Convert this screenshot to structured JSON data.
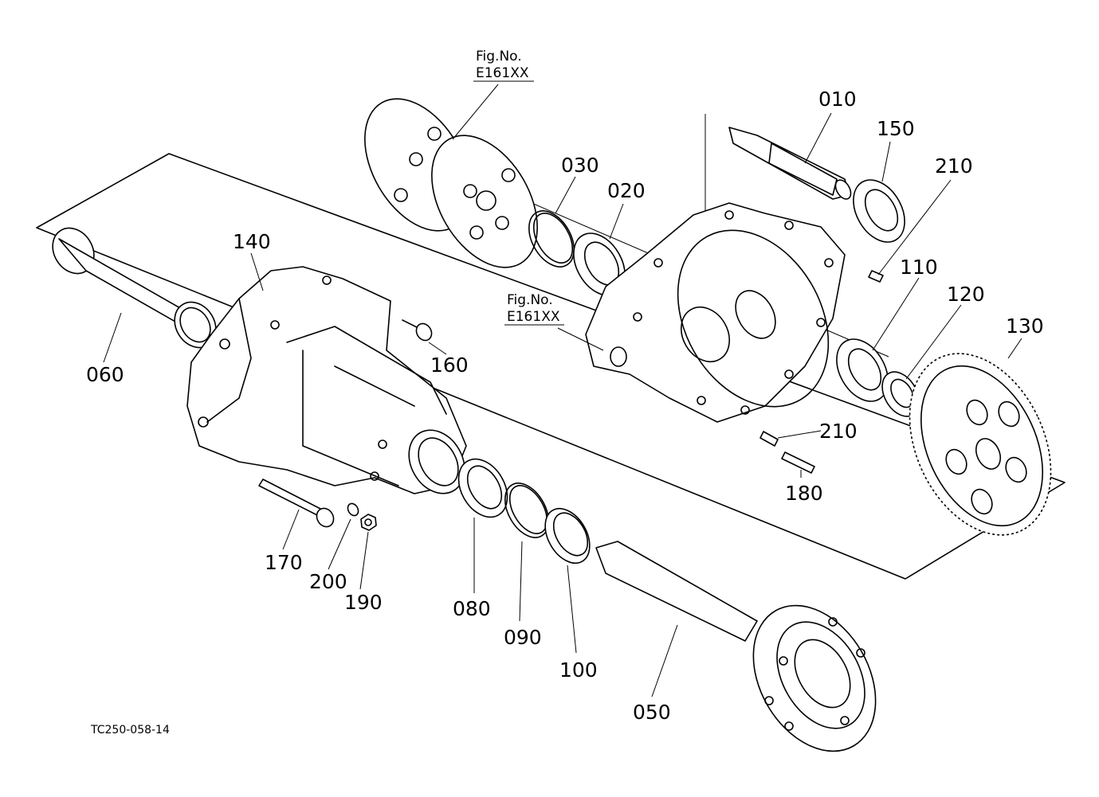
{
  "parts": [
    {
      "id": "p010",
      "label": "010"
    },
    {
      "id": "p020",
      "label": "020"
    },
    {
      "id": "p030",
      "label": "030"
    },
    {
      "id": "p050",
      "label": "050"
    },
    {
      "id": "p060",
      "label": "060"
    },
    {
      "id": "p080",
      "label": "080"
    },
    {
      "id": "p090",
      "label": "090"
    },
    {
      "id": "p100",
      "label": "100"
    },
    {
      "id": "p110",
      "label": "110"
    },
    {
      "id": "p120",
      "label": "120"
    },
    {
      "id": "p130",
      "label": "130"
    },
    {
      "id": "p140",
      "label": "140"
    },
    {
      "id": "p150",
      "label": "150"
    },
    {
      "id": "p160",
      "label": "160"
    },
    {
      "id": "p170",
      "label": "170"
    },
    {
      "id": "p180",
      "label": "180"
    },
    {
      "id": "p190",
      "label": "190"
    },
    {
      "id": "p200",
      "label": "200"
    },
    {
      "id": "p210a",
      "label": "210"
    },
    {
      "id": "p210b",
      "label": "210"
    }
  ],
  "figure_refs": [
    {
      "line1": "Fig.No.",
      "line2": "E161XX"
    },
    {
      "line1": "Fig.No.",
      "line2": "E161XX"
    }
  ],
  "drawing_code": "TC250-058-14"
}
